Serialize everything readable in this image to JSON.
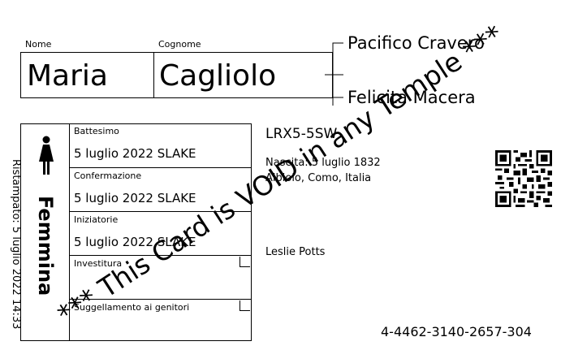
{
  "name": {
    "first_label": "Nome",
    "first_value": "Maria",
    "last_label": "Cognome",
    "last_value": "Cagliolo"
  },
  "parents": {
    "father": "Pacifico Cravero",
    "mother": "Felicita Macera"
  },
  "sex": {
    "label": "Femmina",
    "icon": "female-figure-icon"
  },
  "reprint": "Ristampato: 5 luglio 2022 14:33",
  "ordinances": [
    {
      "label": "Battesimo",
      "value": "5 luglio 2022 SLAKE"
    },
    {
      "label": "Confermazione",
      "value": "5 luglio 2022 SLAKE"
    },
    {
      "label": "Iniziatorie",
      "value": "5 luglio 2022 SLAKE"
    },
    {
      "label": "Investitura",
      "value": ""
    },
    {
      "label": "Suggellamento ai genitori",
      "value": ""
    }
  ],
  "record": {
    "id": "LRX5-5SW",
    "birth": "Nascita: 5 luglio 1832",
    "place": "Albiolo, Como, Italia",
    "submitter": "Leslie Potts",
    "card_number": "4-4462-3140-2657-304"
  },
  "watermark": "*** This Card is VOID in any Temple ***"
}
